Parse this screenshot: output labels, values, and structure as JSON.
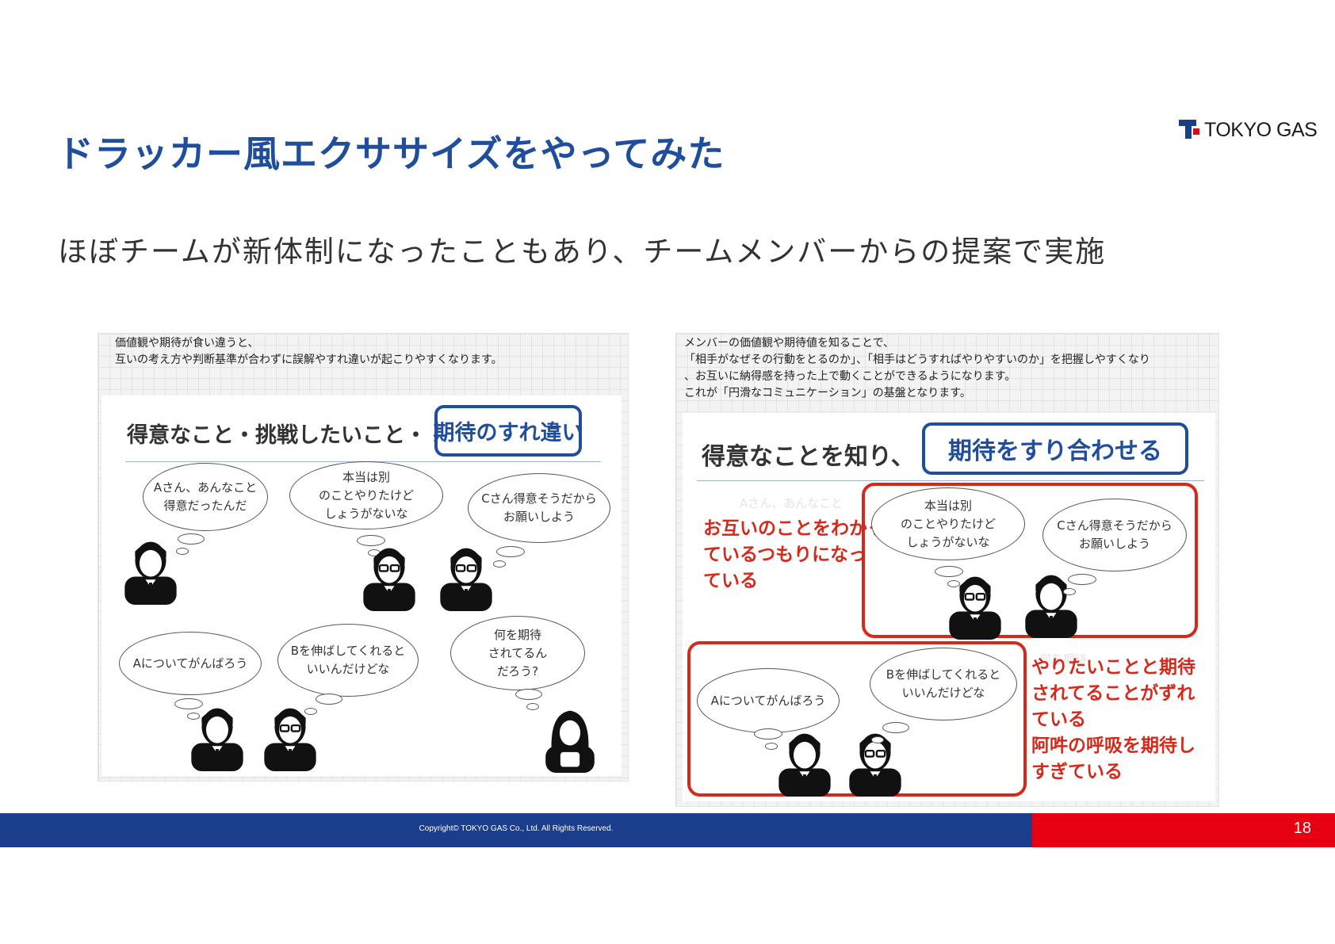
{
  "title": "ドラッカー風エクササイズをやってみた",
  "logo": {
    "text": "TOKYO GAS"
  },
  "subtitle": "ほぼチームが新体制になったこともあり、チームメンバーからの提案で実施",
  "left_panel": {
    "note_line1": "価値観や期待が食い違うと、",
    "note_line2": "互いの考え方や判断基準が合わずに誤解やすれ違いが起こりやすくなります。",
    "heading": "得意なこと・挑戦したいこと・",
    "highlight": "期待のすれ違い",
    "bubbles": [
      "Aさん、あんなこと\n得意だったんだ",
      "本当は別\nのことやりたけど\nしょうがないな",
      "Cさん得意そうだから\nお願いしよう",
      "Aについてがんばろう",
      "Bを伸ばしてくれると\nいいんだけどな",
      "何を期待\nされてるん\nだろう?"
    ]
  },
  "right_panel": {
    "note_line1": "メンバーの価値観や期待値を知ることで、",
    "note_line2": "「相手がなぜその行動をとるのか」、「相手はどうすればやりやすいのか」を把握しやすくなり",
    "note_line3": "、お互いに納得感を持った上で動くことができるようになります。",
    "note_line4": "これが「円滑なコミュニケーション」の基盤となります。",
    "heading": "得意なことを知り、",
    "highlight": "期待をすり合わせる",
    "ghost1": "Aさん、あんなこと",
    "ghost2": "何を期待",
    "bubbles": [
      "本当は別\nのことやりたけど\nしょうがないな",
      "Cさん得意そうだから\nお願いしよう",
      "Aについてがんばろう",
      "Bを伸ばしてくれると\nいいんだけどな"
    ],
    "red_text_1": "お互いのことをわかっ\nているつもりになっ\nている",
    "red_text_2": "やりたいことと期待\nされてることがずれ\nている\n阿吽の呼吸を期待し\nすぎている"
  },
  "footer": {
    "copyright": "Copyright© TOKYO GAS Co., Ltd. All Rights Reserved.",
    "page": "18"
  },
  "colors": {
    "brand_blue": "#1a3e8c",
    "brand_red": "#e60012",
    "title_blue": "#1f4e9c",
    "callout_red": "#d42a1c"
  }
}
